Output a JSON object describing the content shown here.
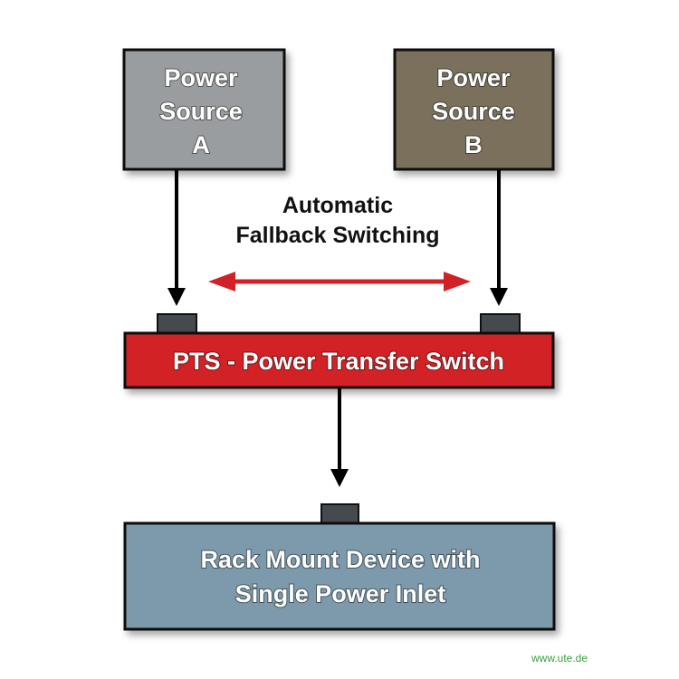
{
  "source_a": {
    "lines": [
      "Power",
      "Source",
      "A"
    ],
    "fill": "#9a9d9f"
  },
  "source_b": {
    "lines": [
      "Power",
      "Source",
      "B"
    ],
    "fill": "#7a6f5c"
  },
  "fallback_label": {
    "lines": [
      "Automatic",
      "Fallback Switching"
    ],
    "arrow_color": "#d22027"
  },
  "pts": {
    "label": "PTS - Power Transfer Switch",
    "fill": "#d22027"
  },
  "device": {
    "lines": [
      "Rack Mount Device with",
      "Single Power Inlet"
    ],
    "fill": "#7b9aab"
  },
  "credit": "www.ute.de",
  "colors": {
    "connector": "#444a4e",
    "border": "#111111"
  }
}
